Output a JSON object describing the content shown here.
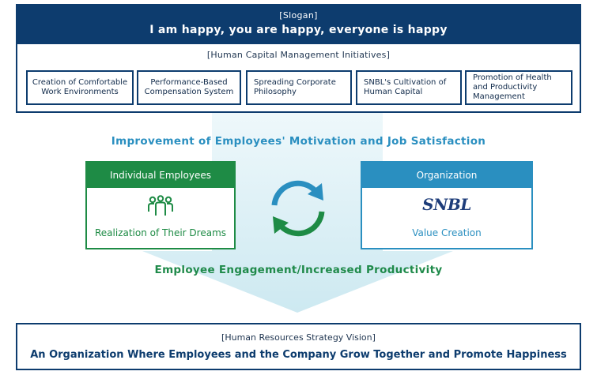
{
  "slogan": {
    "label": "[Slogan]",
    "text": "I am happy, you are happy, everyone is happy"
  },
  "initiatives": {
    "label": "[Human Capital Management Initiatives]",
    "items": [
      "Creation of Comfortable Work Environments",
      "Performance-Based Compensation System",
      "Spreading Corporate Philosophy",
      "SNBL's Cultivation of Human Capital",
      "Promotion of Health and Productivity Management"
    ]
  },
  "motivation_text": "Improvement of Employees' Motivation and Job Satisfaction",
  "individual": {
    "header": "Individual Employees",
    "icon": "people-group-icon",
    "caption": "Realization of Their Dreams"
  },
  "cycle_icon": "cycle-arrows-icon",
  "organization": {
    "header": "Organization",
    "logo": "SNBL",
    "caption": "Value Creation"
  },
  "engagement_text": "Employee Engagement/Increased Productivity",
  "vision": {
    "label": "[Human Resources Strategy Vision]",
    "text": "An Organization Where Employees and the Company Grow Together and Promote Happiness"
  },
  "colors": {
    "navy": "#0d3c6e",
    "green": "#1e8b45",
    "blue": "#2a8fc0",
    "arrow": "#d5edf3"
  }
}
